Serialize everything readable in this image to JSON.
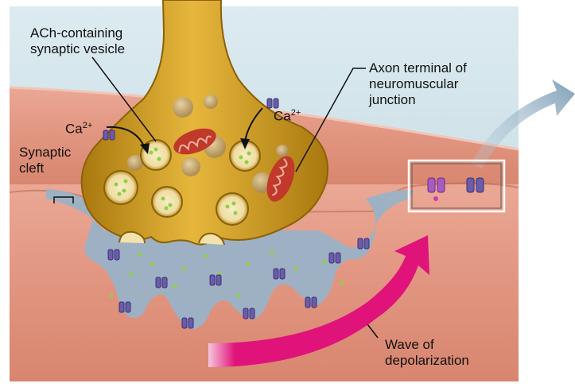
{
  "labels": {
    "vesicle_line1": "ACh-containing",
    "vesicle_line2": "synaptic vesicle",
    "ca_left": "Ca",
    "ca_left_sup": "2+",
    "ca_right": "Ca",
    "ca_right_sup": "2+",
    "axon_line1": "Axon terminal of",
    "axon_line2": "neuromuscular",
    "axon_line3": "junction",
    "cleft_line1": "Synaptic",
    "cleft_line2": "cleft",
    "wave_line1": "Wave of",
    "wave_line2": "depolarization"
  },
  "colors": {
    "background_blue": "#cfe3ea",
    "muscle": "#e49a85",
    "muscle_dark": "#c9735e",
    "terminal_gold": "#c9971e",
    "cleft_blue": "#9ab2c7",
    "wave_magenta": "#e0137a",
    "mitochondrion": "#c0392b",
    "vesicle_dot": "#8fcf4a",
    "channel_purple": "#6b5ca8"
  },
  "icons": [
    "calcium-arrow-icon",
    "channel-icon",
    "mitochondrion-icon",
    "synaptic-vesicle-icon",
    "depolarization-arrow-icon",
    "zoom-arrow-icon"
  ]
}
